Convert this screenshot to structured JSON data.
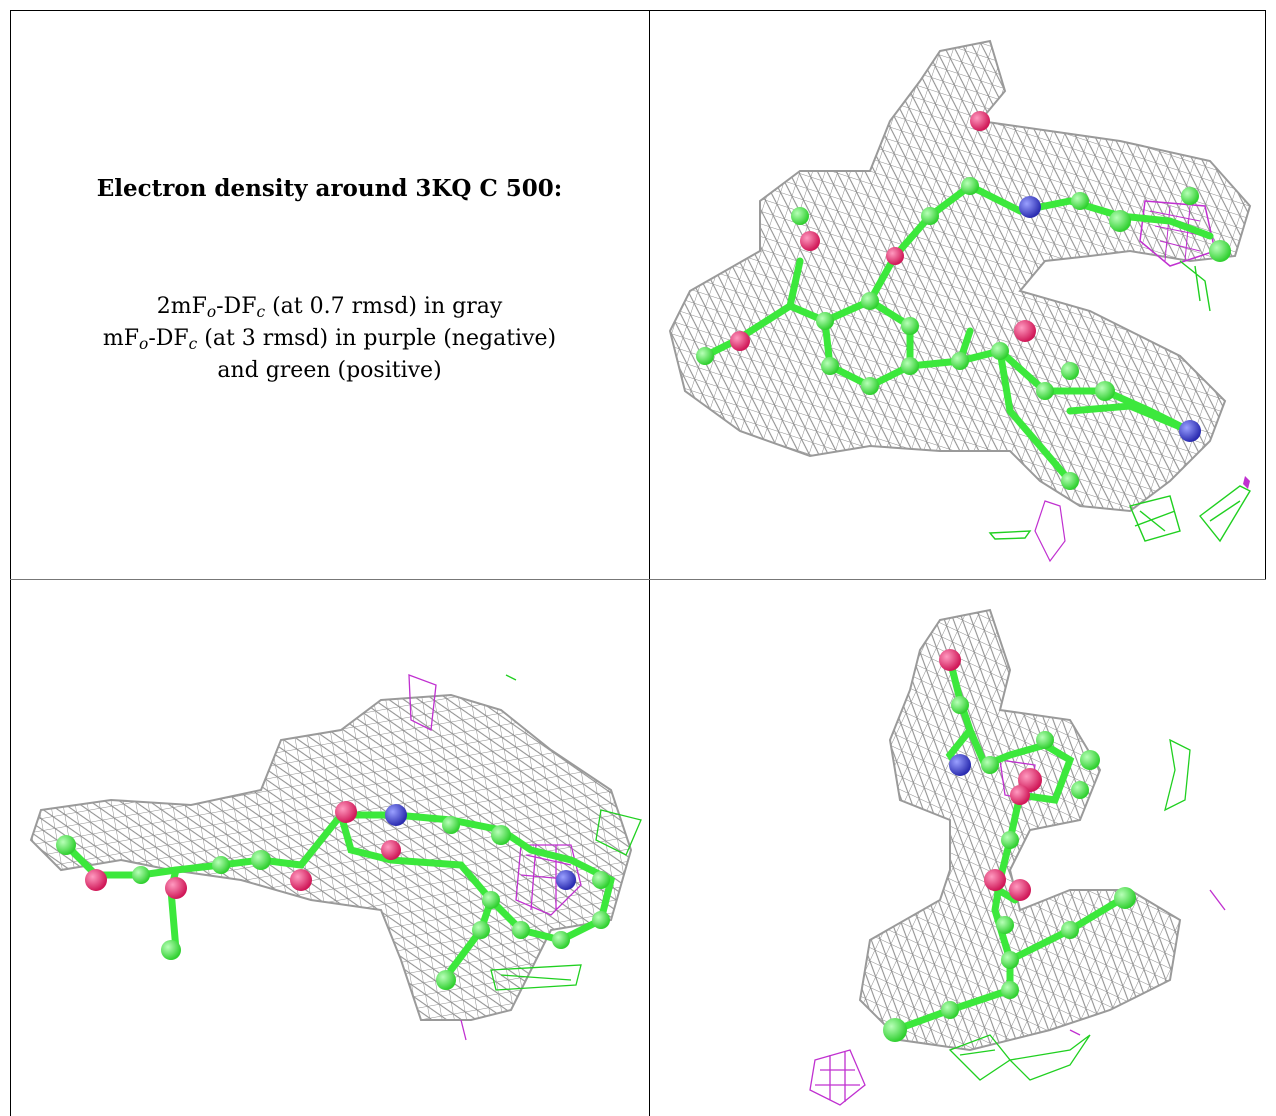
{
  "caption": {
    "title": "Electron density around 3KQ C 500:",
    "line1": {
      "prefix": "2mF",
      "o": "o",
      "mid": "-DF",
      "c": "c",
      "suffix": " (at 0.7 rmsd) in gray"
    },
    "line2": {
      "prefix": "mF",
      "o": "o",
      "mid": "-DF",
      "c": "c",
      "suffix": " (at 3 rmsd) in purple (negative)"
    },
    "line3": "and green (positive)"
  },
  "colors": {
    "mesh_gray": "#8c8c8c",
    "carbon_green": "#3ce83c",
    "oxygen_red": "#e8206a",
    "nitrogen_blue": "#3a3cc0",
    "positive_density": "#20d020",
    "negative_density": "#c030d0",
    "border": "#000000"
  },
  "panels": [
    {
      "name": "density-view-top-right",
      "view": "face-on"
    },
    {
      "name": "density-view-bottom-left",
      "view": "side"
    },
    {
      "name": "density-view-bottom-right",
      "view": "end-on"
    }
  ]
}
